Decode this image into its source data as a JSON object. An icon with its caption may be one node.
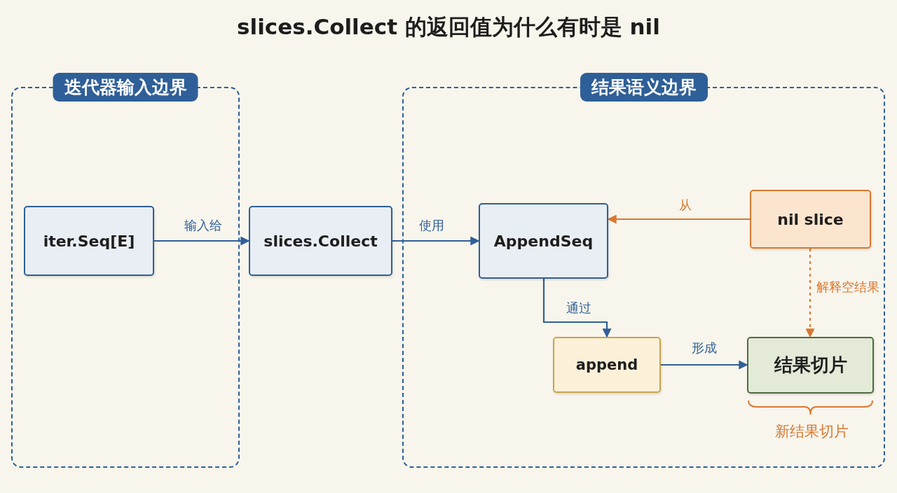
{
  "diagram": {
    "title": "slices.Collect 的返回值为什么有时是 nil",
    "nodes": [
      {
        "text": [
          "迭代器输入边界"
        ]
      },
      {
        "text": [
          "结果语义边界"
        ]
      },
      {
        "text": [
          "iter.Seq[E]"
        ],
        "in": 0
      },
      {
        "text": [
          "slices.Collect"
        ]
      },
      {
        "text": [
          "AppendSeq"
        ],
        "in": 1
      },
      {
        "text": [
          "nil slice"
        ],
        "in": 1
      },
      {
        "text": [
          "append"
        ],
        "in": 1
      },
      {
        "text": [
          "结果切片"
        ],
        "in": 1,
        "beside": [
          "新结果切片"
        ]
      }
    ],
    "edges": [
      {
        "from": 2,
        "to": 3,
        "arrow": "to",
        "label": "输入给"
      },
      {
        "from": 3,
        "to": 4,
        "arrow": "to",
        "label": "使用"
      },
      {
        "from": 5,
        "to": 4,
        "arrow": "to",
        "label": "从",
        "color": "#d9782f"
      },
      {
        "from": 4,
        "to": 6,
        "arrow": "to",
        "label": "通过"
      },
      {
        "from": 6,
        "to": 7,
        "arrow": "to",
        "label": "形成"
      },
      {
        "from": 5,
        "to": 7,
        "arrow": "to",
        "label": "解释空结果",
        "style": "dashed",
        "color": "#d9782f"
      }
    ]
  }
}
